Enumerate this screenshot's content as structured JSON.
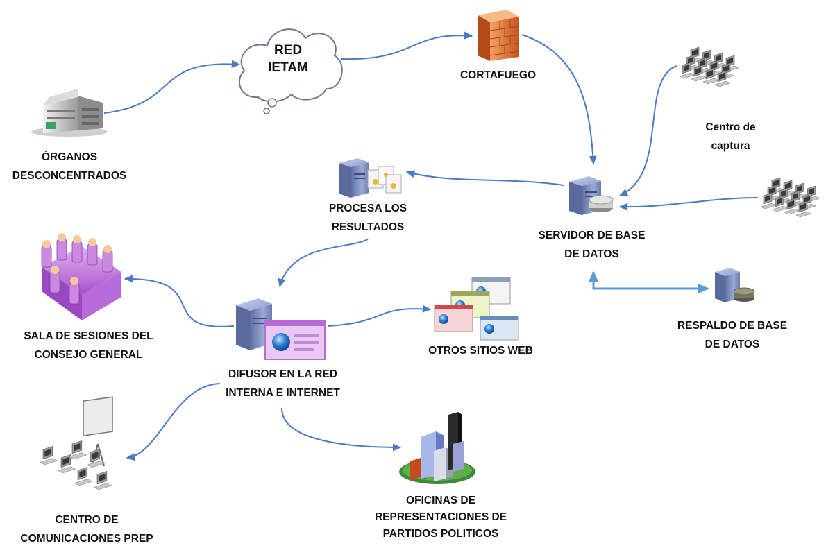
{
  "nodes": {
    "organos": {
      "line1": "ÓRGANOS",
      "line2": "DESCONCENTRADOS",
      "icon": "office-building-icon"
    },
    "red_ietam": {
      "line1": "RED",
      "line2": "IETAM",
      "icon": "cloud-icon"
    },
    "cortafuego": {
      "line1": "CORTAFUEGO",
      "icon": "firewall-icon"
    },
    "centro_captura": {
      "line1": "Centro de",
      "line2": "captura",
      "icon": "workstations-icon"
    },
    "procesa": {
      "line1": "PROCESA LOS",
      "line2": "RESULTADOS",
      "icon": "processing-server-icon"
    },
    "servidor": {
      "line1": "SERVIDOR DE BASE",
      "line2": "DE DATOS",
      "icon": "database-server-icon"
    },
    "sala": {
      "line1": "SALA DE SESIONES DEL",
      "line2": "CONSEJO GENERAL",
      "icon": "meeting-room-icon"
    },
    "difusor": {
      "line1": "DIFUSOR EN LA RED",
      "line2": "INTERNA E INTERNET",
      "icon": "web-server-icon"
    },
    "otros": {
      "line1": "OTROS SITIOS WEB",
      "icon": "web-pages-icon"
    },
    "respaldo": {
      "line1": "RESPALDO DE BASE",
      "line2": "DE DATOS",
      "icon": "backup-server-icon"
    },
    "centro_com": {
      "line1": "CENTRO DE",
      "line2": "COMUNICACIONES PREP",
      "icon": "presentation-room-icon"
    },
    "oficinas": {
      "line1": "OFICINAS DE",
      "line2": "REPRESENTACIONES DE",
      "line3": "PARTIDOS POLITICOS",
      "icon": "bar-chart-city-icon"
    }
  },
  "colors": {
    "connector": "#4a7ac4",
    "bidirectional": "#5b9bd5",
    "server": "#7f8fbf",
    "firewall": "#e07a3a",
    "purple": "#b86bd8",
    "cloud_border": "#6a7a8a"
  }
}
